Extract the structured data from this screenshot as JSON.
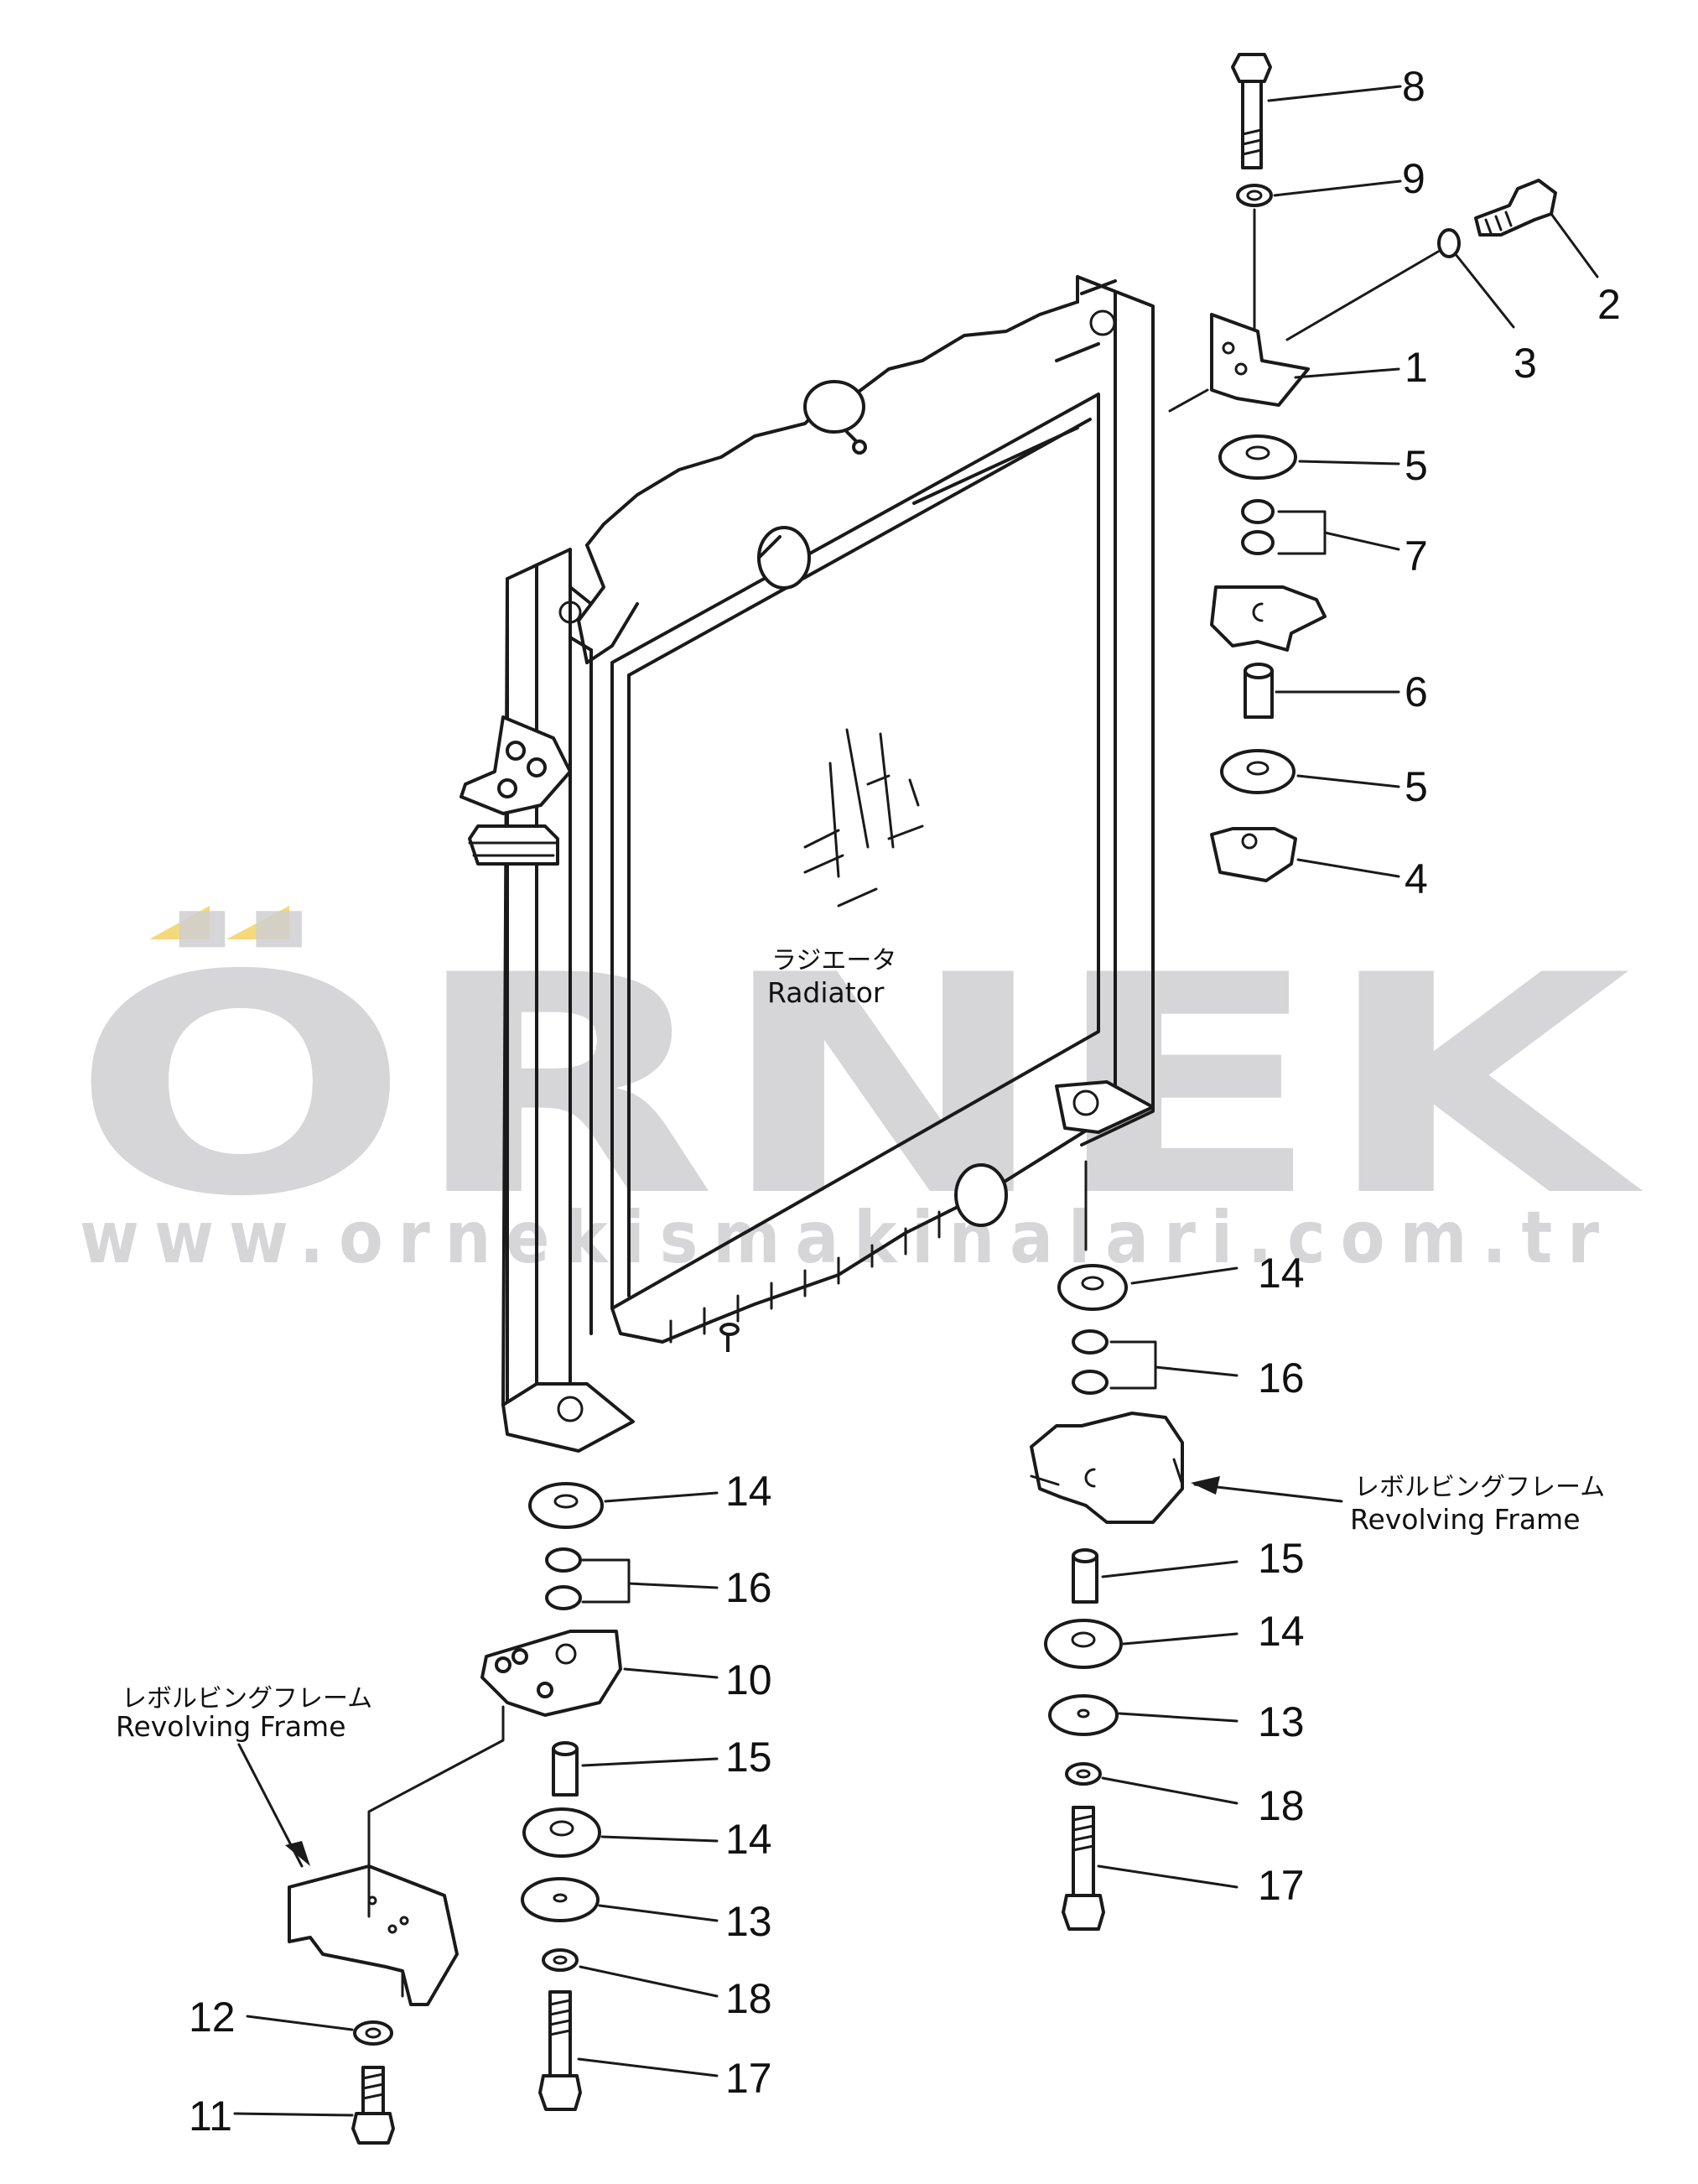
{
  "watermark": {
    "logo": "ÖRNEK",
    "url": "www.ornekismakinalari.com.tr",
    "color": "#cfcfd2",
    "accent": "#f4d87a"
  },
  "labels": {
    "radiator_jp": "ラジエータ",
    "radiator_en": "Radiator",
    "revolving_frame_jp_right": "レボルビングフレーム",
    "revolving_frame_en_right": "Revolving Frame",
    "revolving_frame_jp_left": "レボルビングフレーム",
    "revolving_frame_en_left": "Revolving Frame"
  },
  "callouts": {
    "c1": "1",
    "c2": "2",
    "c3": "3",
    "c4": "4",
    "c5a": "5",
    "c5b": "5",
    "c6": "6",
    "c7": "7",
    "c8": "8",
    "c9": "9",
    "c10": "10",
    "c11": "11",
    "c12": "12",
    "c13a": "13",
    "c13b": "13",
    "c14a": "14",
    "c14b": "14",
    "c14c": "14",
    "c14d": "14",
    "c15a": "15",
    "c15b": "15",
    "c16a": "16",
    "c16b": "16",
    "c17a": "17",
    "c17b": "17",
    "c18a": "18",
    "c18b": "18"
  }
}
